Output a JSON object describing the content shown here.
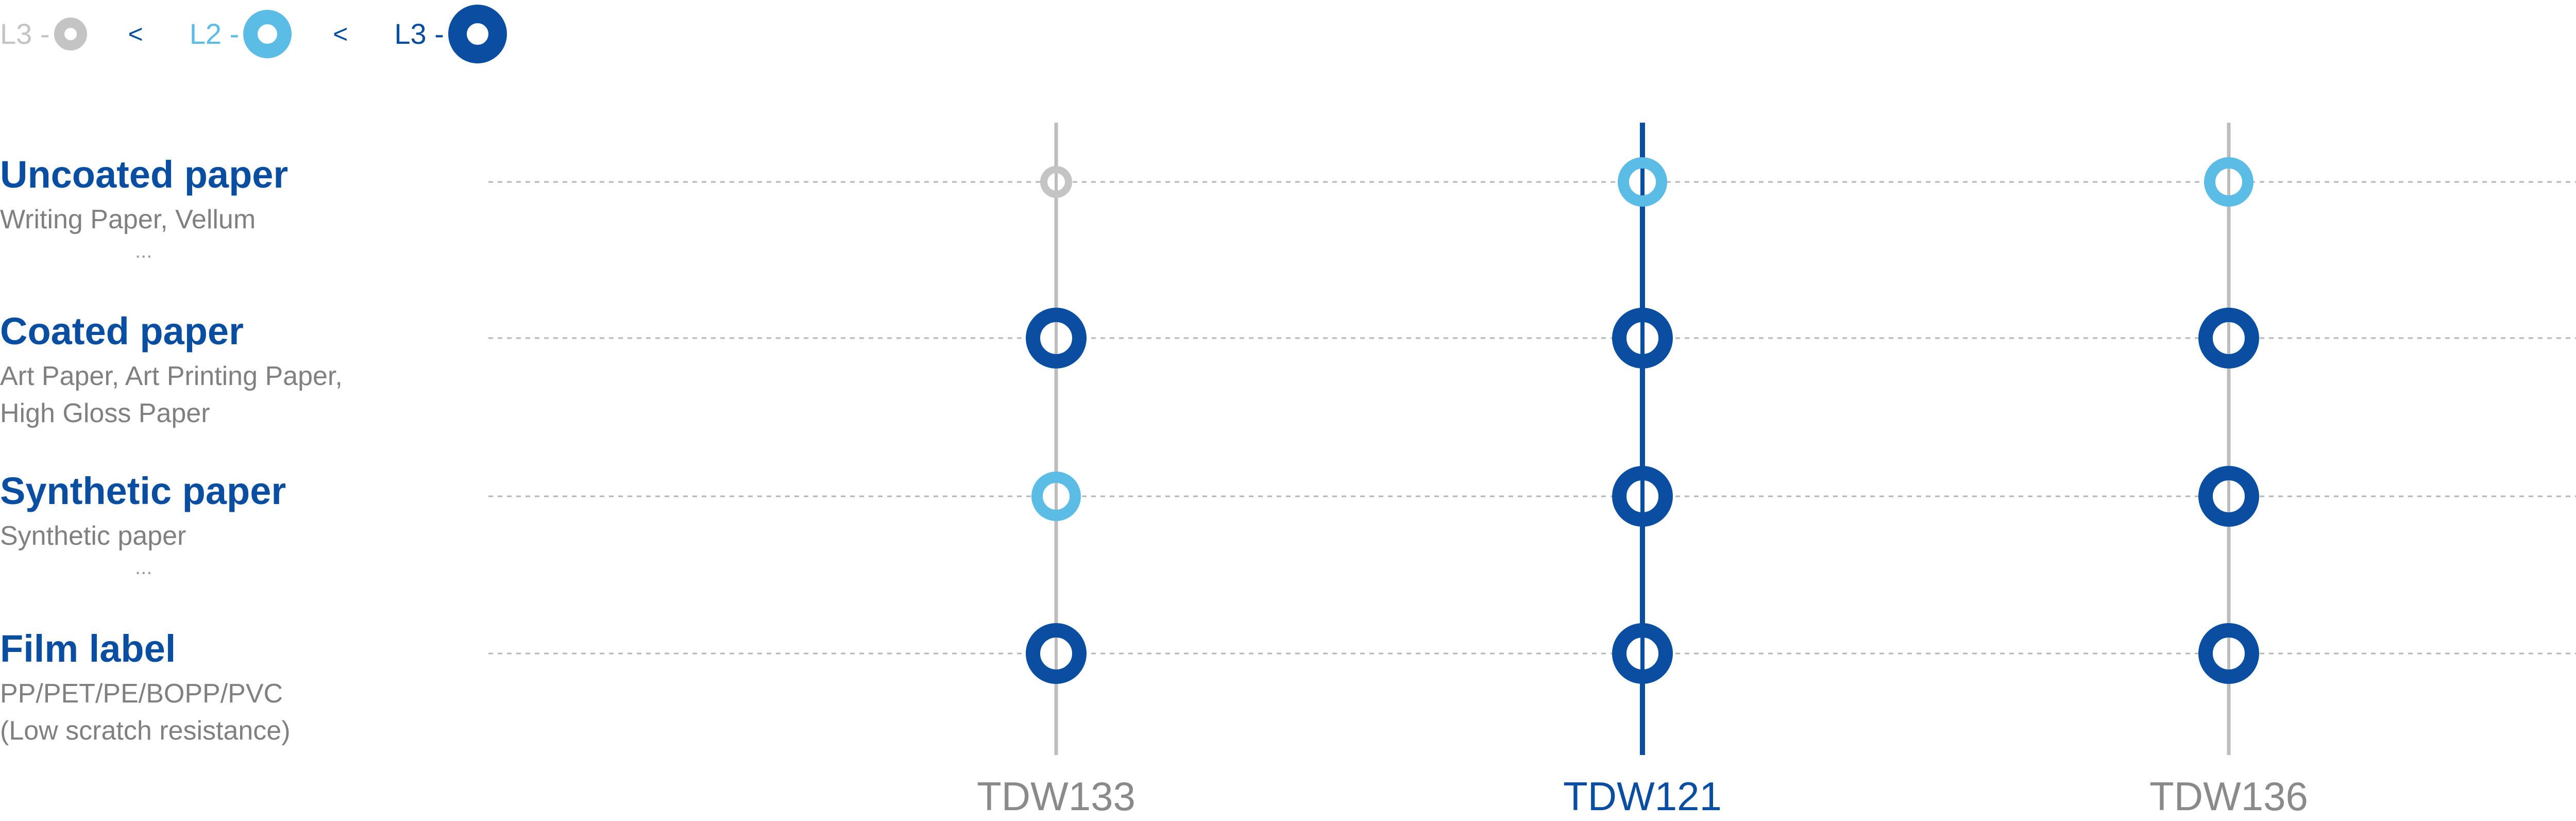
{
  "legend": [
    {
      "label": "L3 -",
      "level": "low",
      "color": "#c4c4c4"
    },
    {
      "label": "L2 -",
      "level": "mid",
      "color": "#5bbce6"
    },
    {
      "label": "L3 -",
      "level": "high",
      "color": "#0a4ea1"
    }
  ],
  "legend_separator": "<",
  "rows": [
    {
      "title": "Uncoated paper",
      "subtitle_lines": [
        "Writing Paper, Vellum"
      ],
      "more": "..."
    },
    {
      "title": "Coated paper",
      "subtitle_lines": [
        "Art Paper, Art Printing Paper,",
        "High Gloss Paper"
      ],
      "more": ""
    },
    {
      "title": "Synthetic paper",
      "subtitle_lines": [
        "Synthetic paper"
      ],
      "more": "..."
    },
    {
      "title": "Film label",
      "subtitle_lines": [
        "PP/PET/PE/BOPP/PVC",
        "(Low scratch resistance)"
      ],
      "more": ""
    }
  ],
  "colors": {
    "primary": "#0a4ea1",
    "light": "#5bbce6",
    "gray": "#c4c4c4",
    "axis_gray": "#bdbdbd",
    "label_gray": "#8a8a8a",
    "dash": "#b5b5b5"
  },
  "chart_data": {
    "type": "scatter",
    "categories": [
      "TDW133",
      "TDW121",
      "TDW136"
    ],
    "highlighted_category": "TDW121",
    "rows": [
      "Uncoated paper",
      "Coated paper",
      "Synthetic paper",
      "Film label"
    ],
    "level_names": {
      "1": "L3 (low)",
      "2": "L2",
      "3": "L3 (high)"
    },
    "levels": [
      [
        1,
        2,
        2
      ],
      [
        3,
        3,
        3
      ],
      [
        2,
        3,
        3
      ],
      [
        3,
        3,
        3
      ]
    ]
  }
}
